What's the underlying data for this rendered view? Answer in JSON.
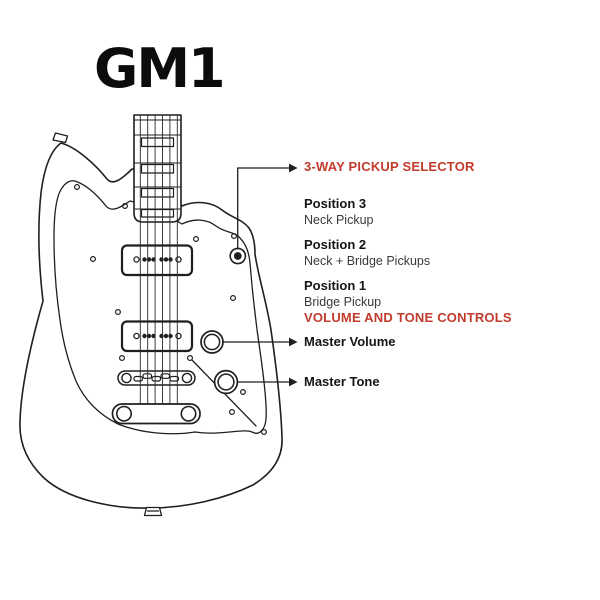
{
  "title": "GM1",
  "colors": {
    "accent": "#c23b2c",
    "ink": "#1f1f1f"
  },
  "annotations": {
    "selector": {
      "heading": "3-WAY PICKUP SELECTOR",
      "positions": [
        {
          "label": "Position 3",
          "desc": "Neck Pickup"
        },
        {
          "label": "Position 2",
          "desc": "Neck + Bridge Pickups"
        },
        {
          "label": "Position 1",
          "desc": "Bridge Pickup"
        }
      ]
    },
    "controls": {
      "heading": "VOLUME AND TONE CONTROLS",
      "items": [
        {
          "label": "Master Volume"
        },
        {
          "label": "Master Tone"
        }
      ]
    }
  }
}
